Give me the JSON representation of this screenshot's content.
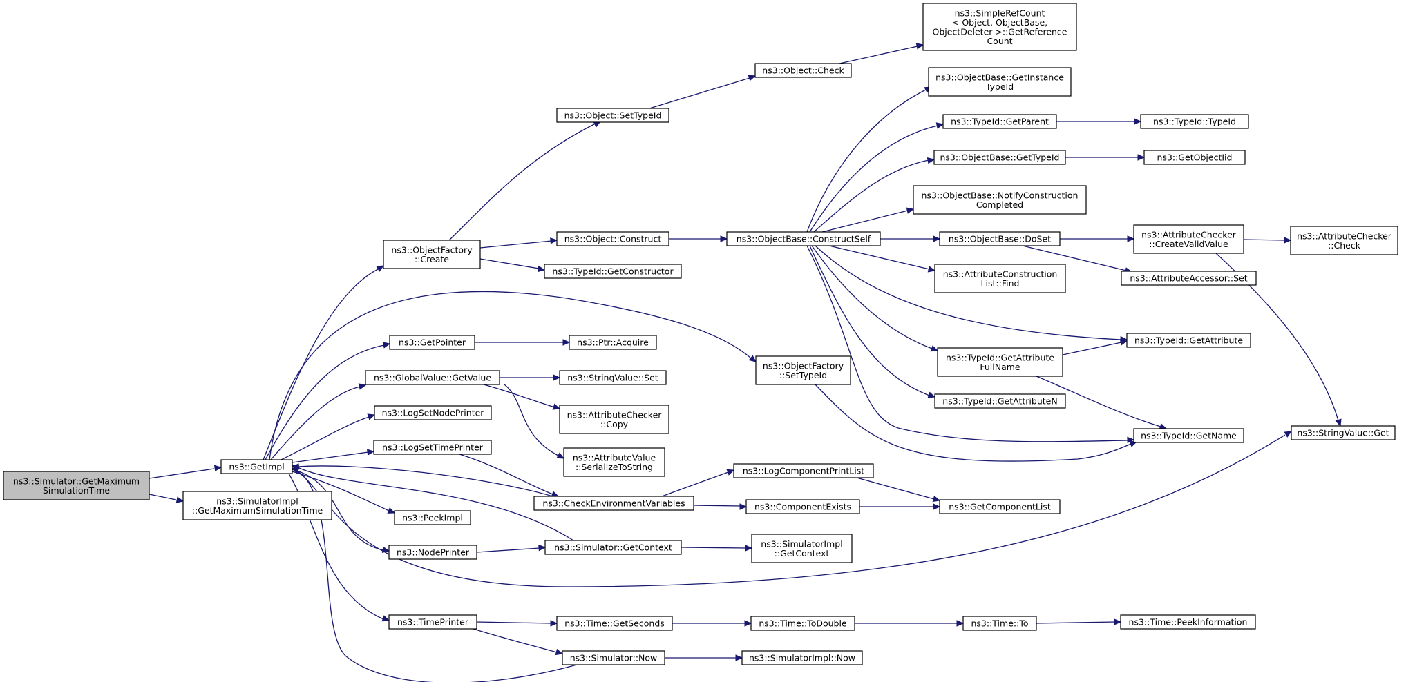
{
  "colors": {
    "edge": "#191970",
    "node_border": "#000000",
    "node_fill": "#ffffff",
    "root_fill": "#bfbfbf",
    "truncated_border": "#ff0000"
  },
  "nodes": {
    "root": [
      "ns3::Simulator::GetMaximum",
      "SimulationTime"
    ],
    "simimpl_getmax": [
      "ns3::SimulatorImpl",
      "::GetMaximumSimulationTime"
    ],
    "getimpl": [
      "ns3::GetImpl"
    ],
    "of_create": [
      "ns3::ObjectFactory",
      "::Create"
    ],
    "getpointer": [
      "ns3::GetPointer"
    ],
    "gv_getvalue": [
      "ns3::GlobalValue::GetValue"
    ],
    "logsetnode": [
      "ns3::LogSetNodePrinter"
    ],
    "logsettime": [
      "ns3::LogSetTimePrinter"
    ],
    "peekimpl": [
      "ns3::PeekImpl"
    ],
    "nodeprinter": [
      "ns3::NodePrinter"
    ],
    "timeprinter": [
      "ns3::TimePrinter"
    ],
    "obj_settypeid": [
      "ns3::Object::SetTypeId"
    ],
    "obj_construct": [
      "ns3::Object::Construct"
    ],
    "tid_getctor": [
      "ns3::TypeId::GetConstructor"
    ],
    "ptr_acquire": [
      "ns3::Ptr::Acquire"
    ],
    "sv_set": [
      "ns3::StringValue::Set"
    ],
    "ac_copy": [
      "ns3::AttributeChecker",
      "::Copy"
    ],
    "av_ser": [
      "ns3::AttributeValue",
      "::SerializeToString"
    ],
    "checkenv": [
      "ns3::CheckEnvironmentVariables"
    ],
    "sim_getcontext": [
      "ns3::Simulator::GetContext"
    ],
    "time_getsec": [
      "ns3::Time::GetSeconds"
    ],
    "sim_now": [
      "ns3::Simulator::Now"
    ],
    "obj_check": [
      "ns3::Object::Check"
    ],
    "ob_constructself": [
      "ns3::ObjectBase::ConstructSelf"
    ],
    "of_settypeid": [
      "ns3::ObjectFactory",
      "::SetTypeId"
    ],
    "lcpl": [
      "ns3::LogComponentPrintList"
    ],
    "compexists": [
      "ns3::ComponentExists"
    ],
    "simimpl_getcontext": [
      "ns3::SimulatorImpl",
      "::GetContext"
    ],
    "time_todouble": [
      "ns3::Time::ToDouble"
    ],
    "simimpl_now": [
      "ns3::SimulatorImpl::Now"
    ],
    "src_getref": [
      "ns3::SimpleRefCount",
      "< Object, ObjectBase,",
      "ObjectDeleter >::GetReference",
      "Count"
    ],
    "ob_getinst": [
      "ns3::ObjectBase::GetInstance",
      "TypeId"
    ],
    "tid_getparent": [
      "ns3::TypeId::GetParent"
    ],
    "ob_gettypeid": [
      "ns3::ObjectBase::GetTypeId"
    ],
    "ob_notify": [
      "ns3::ObjectBase::NotifyConstruction",
      "Completed"
    ],
    "ob_doset": [
      "ns3::ObjectBase::DoSet"
    ],
    "acl_find": [
      "ns3::AttributeConstruction",
      "List::Find"
    ],
    "tid_getattrfull": [
      "ns3::TypeId::GetAttribute",
      "FullName"
    ],
    "tid_getattrn": [
      "ns3::TypeId::GetAttributeN"
    ],
    "getcomplist": [
      "ns3::GetComponentList"
    ],
    "time_to": [
      "ns3::Time::To"
    ],
    "tid_typeid": [
      "ns3::TypeId::TypeId"
    ],
    "getobjiid": [
      "ns3::GetObjectIid"
    ],
    "ac_createvalid": [
      "ns3::AttributeChecker",
      "::CreateValidValue"
    ],
    "aa_set": [
      "ns3::AttributeAccessor::Set"
    ],
    "tid_getattr": [
      "ns3::TypeId::GetAttribute"
    ],
    "tid_getname": [
      "ns3::TypeId::GetName"
    ],
    "time_peekinfo": [
      "ns3::Time::PeekInformation"
    ],
    "ac_check": [
      "ns3::AttributeChecker",
      "::Check"
    ],
    "sv_get": [
      "ns3::StringValue::Get"
    ]
  }
}
